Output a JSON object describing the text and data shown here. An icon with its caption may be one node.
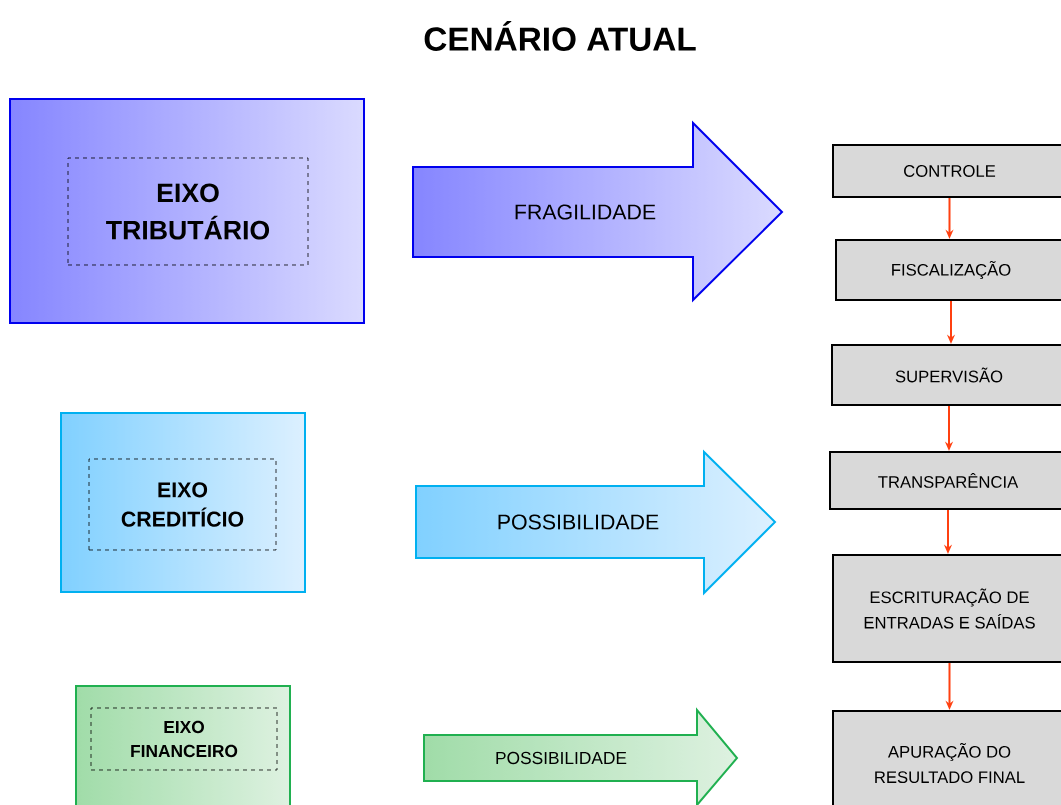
{
  "diagram": {
    "title": "CENÁRIO ATUAL",
    "nodes": [
      {
        "text": [],
        "shape": "box"
      },
      {
        "text": [
          "EIXO TRIBUTÁRIO"
        ],
        "in": 0
      },
      {
        "text": [
          "FRAGILIDADE"
        ]
      },
      {
        "text": [],
        "shape": "box"
      },
      {
        "text": [
          "EIXO CREDITÍCIO"
        ],
        "in": 3
      },
      {
        "text": [
          "POSSIBILIDADE"
        ]
      },
      {
        "text": [],
        "shape": "box"
      },
      {
        "text": [
          "EIXO FINANCEIRO"
        ],
        "in": 6
      },
      {
        "text": [
          "POSSIBILIDADE"
        ]
      },
      {
        "text": [
          "CONTROLE"
        ]
      },
      {
        "text": [
          "FISCALIZAÇÃO"
        ]
      },
      {
        "text": [
          "SUPERVISÃO"
        ]
      },
      {
        "text": [
          "TRANSPARÊNCIA"
        ]
      },
      {
        "text": [
          "ESCRITURAÇÃO DE ENTRADAS E SAÍDAS"
        ]
      },
      {
        "text": [
          "APURAÇÃO DO RESULTADO FINAL"
        ]
      }
    ],
    "edges": [
      {
        "from": 9,
        "to": 10,
        "arrow": "to"
      },
      {
        "from": 10,
        "to": 11,
        "arrow": "to"
      },
      {
        "from": 11,
        "to": 12,
        "arrow": "to"
      },
      {
        "from": 12,
        "to": 13,
        "arrow": "to"
      },
      {
        "from": 13,
        "to": 14,
        "arrow": "to"
      }
    ]
  }
}
